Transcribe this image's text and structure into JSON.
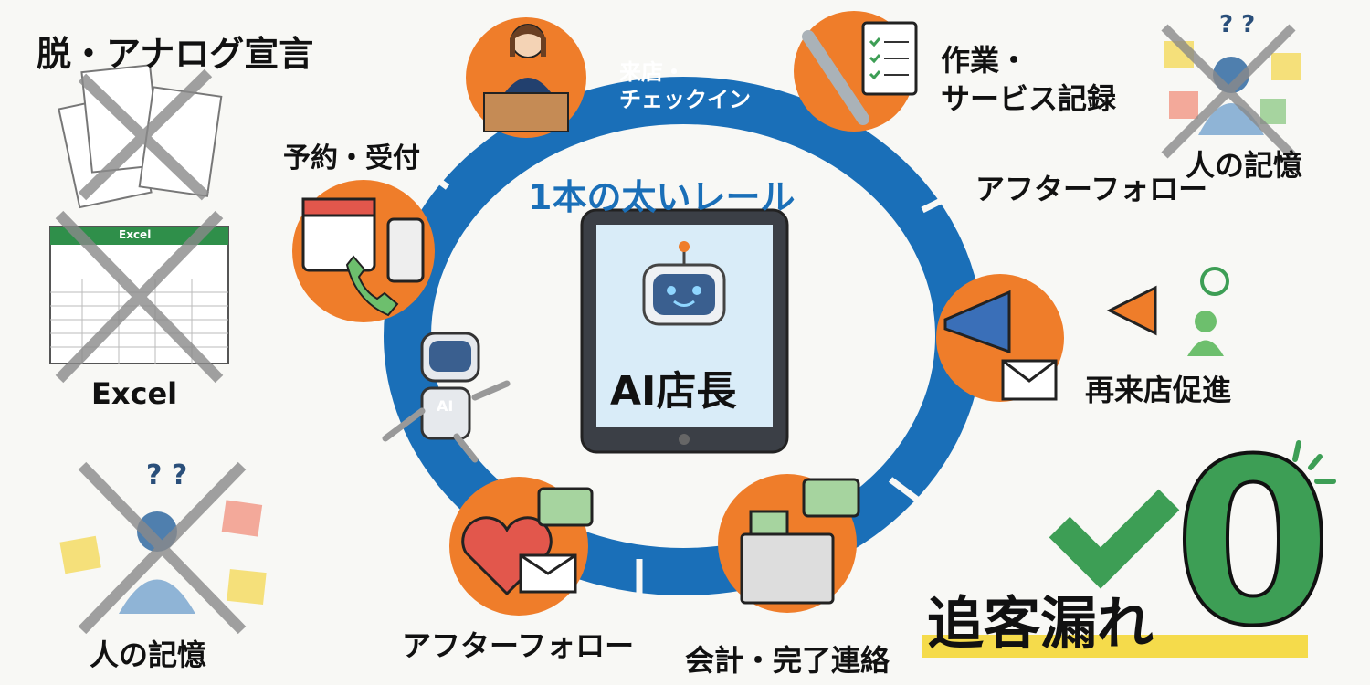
{
  "title": "脱・アナログ宣言",
  "left_items": {
    "excel_window_title": "Excel",
    "excel_label": "Excel",
    "memory_label": "人の記憶"
  },
  "rail_label": "1本の太いレール",
  "center": {
    "label": "AI店長",
    "robot_badge": "AI"
  },
  "steps": [
    {
      "label": "予約・受付",
      "icon": "calendar-phone-icon"
    },
    {
      "label": "来店・\nチェックイン",
      "line1": "来店・",
      "line2": "チェックイン",
      "icon": "receptionist-icon"
    },
    {
      "label": "作業・\nサービス記録",
      "line1": "作業・",
      "line2": "サービス記録",
      "icon": "wrench-checklist-icon"
    },
    {
      "label": "アフターフォロー",
      "icon": "arrow-label"
    },
    {
      "label": "再来店促進",
      "icon": "megaphone-mail-icon"
    },
    {
      "label": "会計・完了連絡",
      "icon": "cash-register-icon"
    },
    {
      "label": "アフターフォロー",
      "icon": "heart-mail-icon"
    }
  ],
  "right_top_label": "人の記憶",
  "result": {
    "text": "追客漏れ",
    "number": "0"
  },
  "colors": {
    "ring": "#1a6fb8",
    "orange": "#ef7d2a",
    "green": "#3d9e55",
    "yellow": "#f5db4b",
    "cross": "#8a8a8a"
  }
}
